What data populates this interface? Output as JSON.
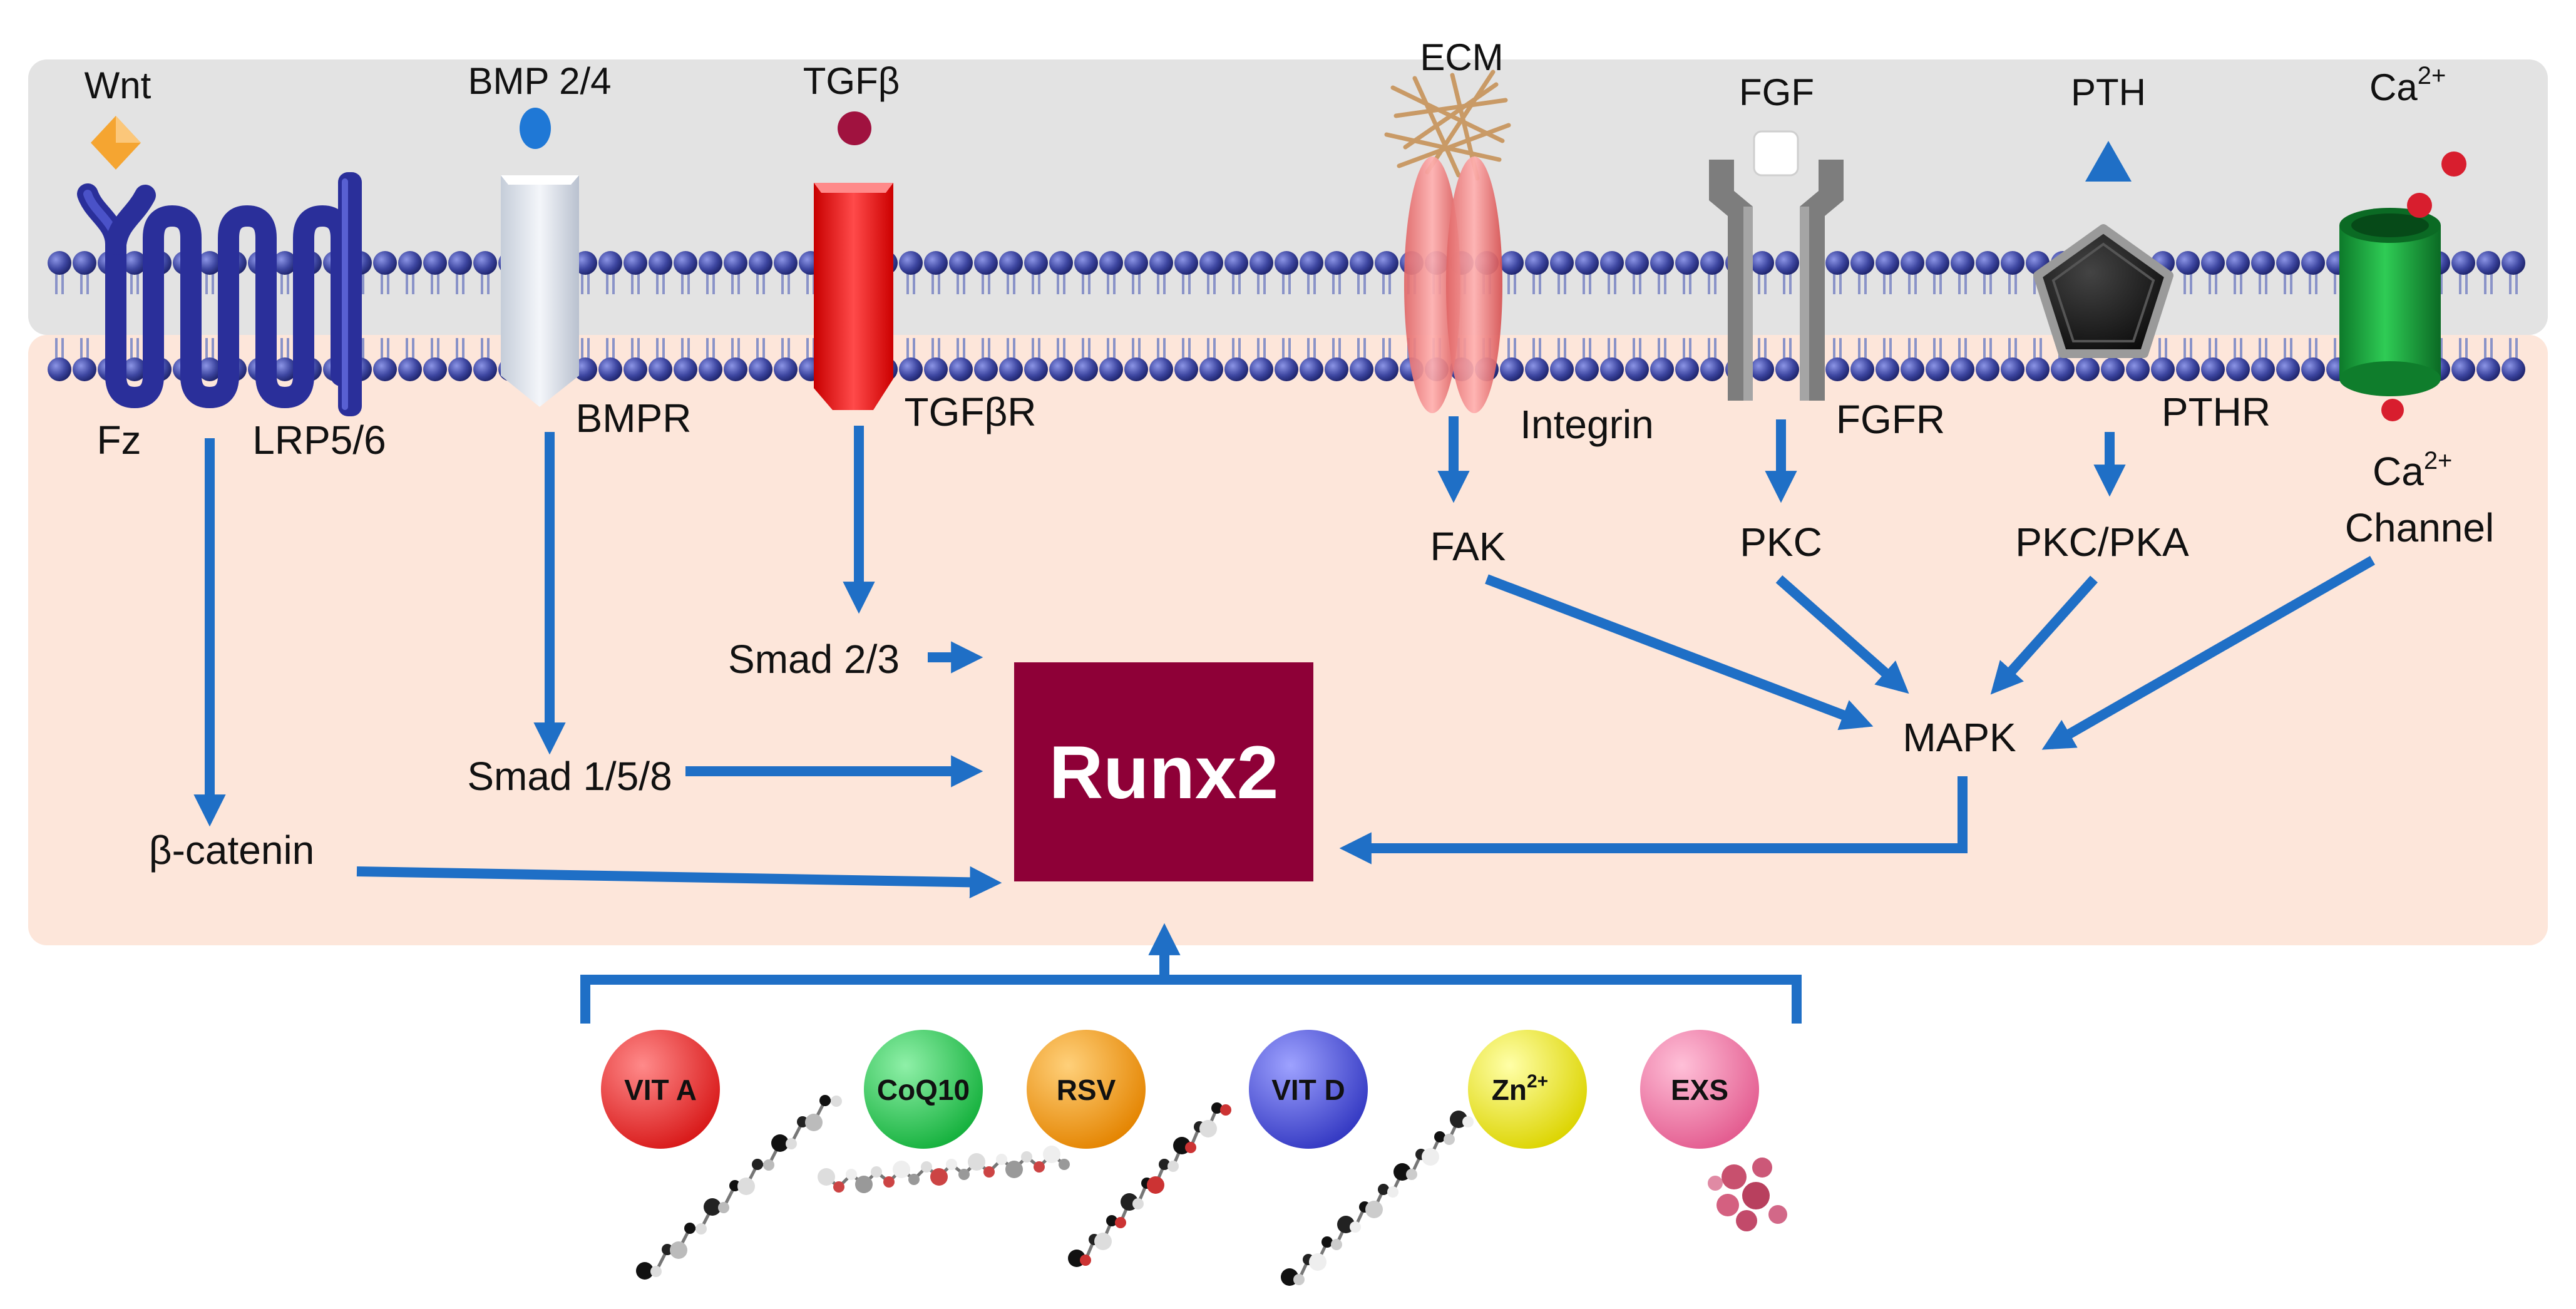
{
  "ligands": {
    "wnt": "Wnt",
    "bmp": "BMP 2/4",
    "tgfb": "TGFβ",
    "ecm": "ECM",
    "fgf": "FGF",
    "pth": "PTH",
    "ca_base": "Ca",
    "ca_sup": "2+"
  },
  "receptors": {
    "fz": "Fz",
    "lrp": "LRP5/6",
    "bmpr": "BMPR",
    "tgfbr": "TGFβR",
    "integrin": "Integrin",
    "fgfr": "FGFR",
    "pthr": "PTHR",
    "ca_channel_base": "Ca",
    "ca_channel_sup": "2+",
    "ca_channel_word": "Channel"
  },
  "mediators": {
    "beta_catenin": "β-catenin",
    "smad158": "Smad 1/5/8",
    "smad23": "Smad 2/3",
    "fak": "FAK",
    "pkc": "PKC",
    "pkc_pka": "PKC/PKA",
    "mapk": "MAPK"
  },
  "central": {
    "label": "Runx2",
    "color": "#8e0037"
  },
  "nutrients": [
    {
      "label": "VIT A",
      "color": "#ee2a2a"
    },
    {
      "label": "CoQ10",
      "color": "#1ed24e"
    },
    {
      "label": "RSV",
      "color": "#f39a12"
    },
    {
      "label": "VIT D",
      "color": "#4a4fd8"
    },
    {
      "label_base": "Zn",
      "label_sup": "2+",
      "color": "#f2ea12"
    },
    {
      "label": "EXS",
      "color": "#f07aa6"
    }
  ],
  "colors": {
    "arrow": "#1f6fc6",
    "extracellular": "#e3e3e3",
    "cytoplasm": "#fde6da",
    "membrane_head": "#3d46a0"
  }
}
